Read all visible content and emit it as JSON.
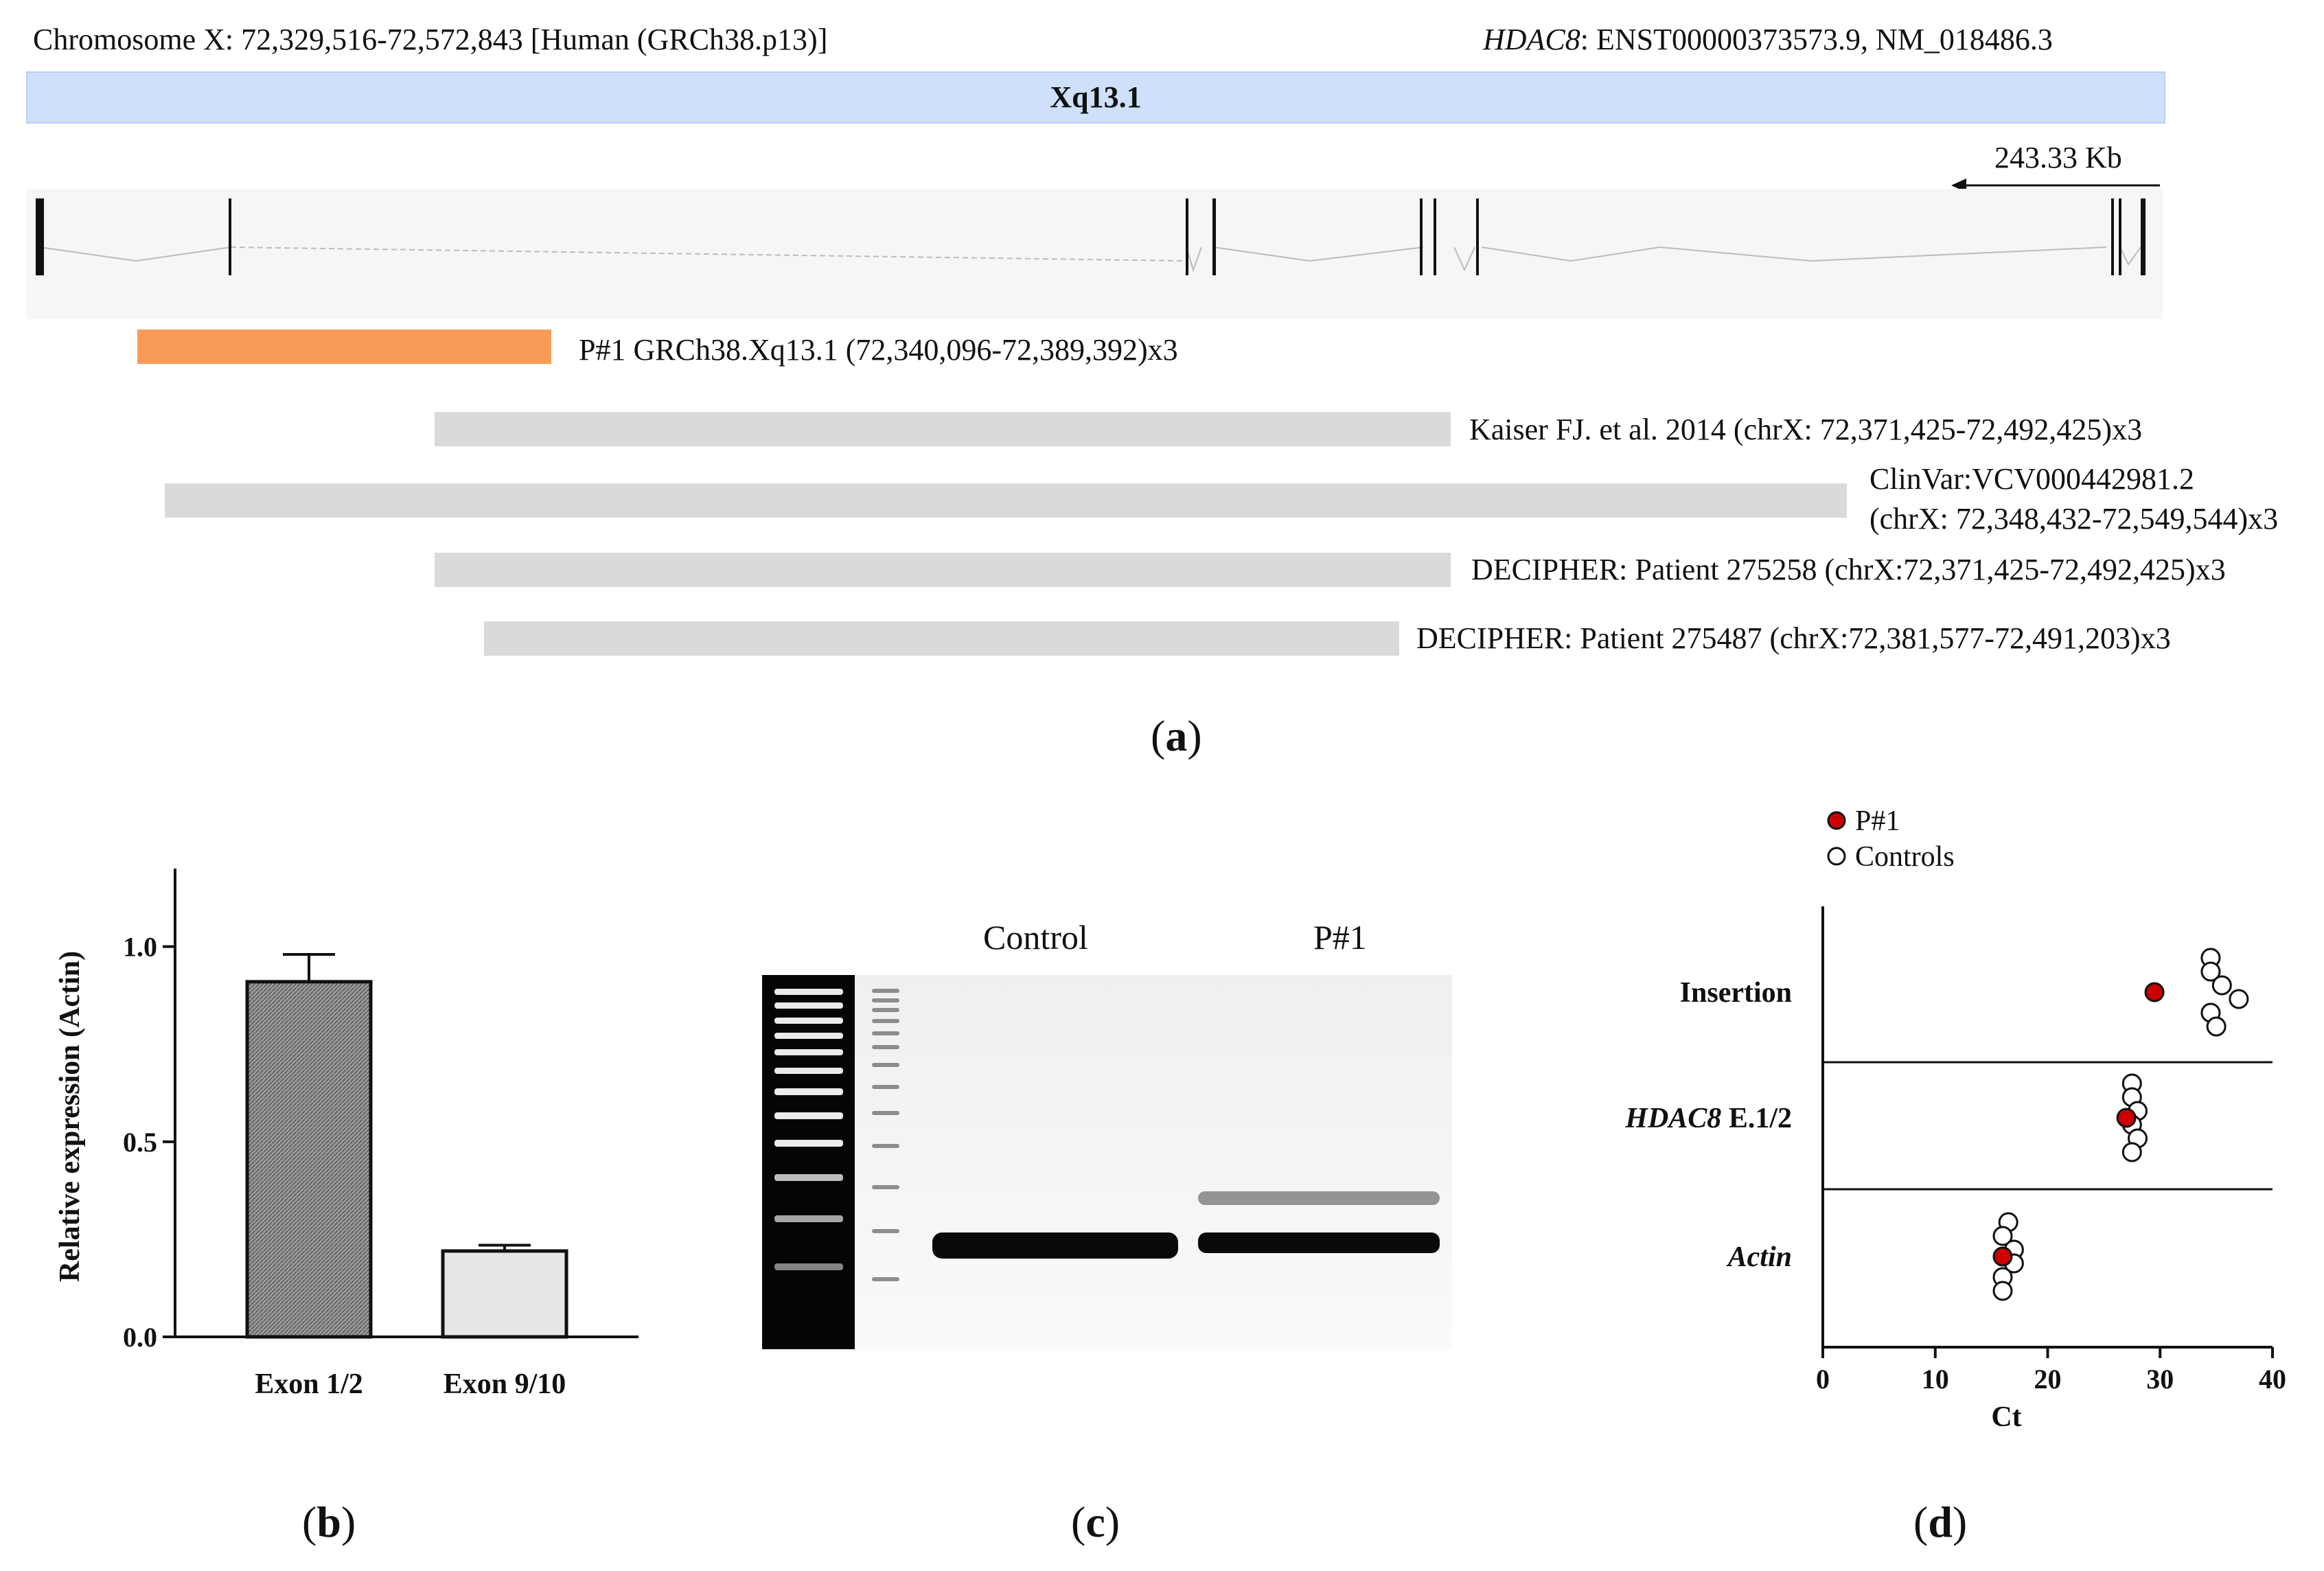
{
  "panel_a": {
    "header_left": "Chromosome X: 72,329,516-72,572,843  [Human (GRCh38.p13)]",
    "header_right_gene": "HDAC8",
    "header_right_rest": ": ENST00000373573.9,  NM_018486.3",
    "band_label": "Xq13.1",
    "scale_label": "243.33  Kb",
    "tracks": [
      {
        "label": "P#1 GRCh38.Xq13.1  (72,340,096-72,389,392)x3",
        "color": "#f89b57"
      },
      {
        "label": "Kaiser FJ. et al. 2014  (chrX: 72,371,425-72,492,425)x3",
        "color": "#dadada"
      },
      {
        "label_line1": "ClinVar:VCV000442981.2",
        "label_line2": "(chrX: 72,348,432-72,549,544)x3",
        "color": "#dadada"
      },
      {
        "label": "DECIPHER:  Patient 275258  (chrX:72,371,425-72,492,425)x3",
        "color": "#dadada"
      },
      {
        "label": "DECIPHER:  Patient 275487  (chrX:72,381,577-72,491,203)x3",
        "color": "#dadada"
      }
    ],
    "panel_label": "a"
  },
  "panel_b": {
    "chart_data": {
      "type": "bar",
      "categories": [
        "Exon 1/2",
        "Exon 9/10"
      ],
      "values": [
        0.91,
        0.22
      ],
      "errors": [
        0.07,
        0.015
      ],
      "ylabel": "Relative expression (Actin)",
      "ylim": [
        0,
        1.2
      ],
      "yticks": [
        "0.0",
        "0.5",
        "1.0"
      ]
    },
    "panel_label": "b"
  },
  "panel_c": {
    "lane_labels": [
      "Control",
      "P#1"
    ],
    "panel_label": "c"
  },
  "panel_d": {
    "chart_data": {
      "type": "scatter",
      "xlabel": "Ct",
      "xlim": [
        0,
        40
      ],
      "xticks": [
        "0",
        "10",
        "20",
        "30",
        "40"
      ],
      "categories": [
        "Insertion",
        "HDAC8 E.1/2",
        "Actin"
      ],
      "series": [
        {
          "name": "P#1",
          "color": "#cc0000",
          "points": [
            {
              "category": "Insertion",
              "x": 29.5
            },
            {
              "category": "HDAC8 E.1/2",
              "x": 27
            },
            {
              "category": "Actin",
              "x": 16
            }
          ]
        },
        {
          "name": "Controls",
          "color": "#ffffff",
          "points": [
            {
              "category": "Insertion",
              "x": 34.5
            },
            {
              "category": "Insertion",
              "x": 34.5
            },
            {
              "category": "Insertion",
              "x": 35.5
            },
            {
              "category": "Insertion",
              "x": 37
            },
            {
              "category": "Insertion",
              "x": 34.5
            },
            {
              "category": "Insertion",
              "x": 35
            },
            {
              "category": "HDAC8 E.1/2",
              "x": 27.5
            },
            {
              "category": "HDAC8 E.1/2",
              "x": 27.5
            },
            {
              "category": "HDAC8 E.1/2",
              "x": 28
            },
            {
              "category": "HDAC8 E.1/2",
              "x": 27.5
            },
            {
              "category": "HDAC8 E.1/2",
              "x": 28
            },
            {
              "category": "HDAC8 E.1/2",
              "x": 27.5
            },
            {
              "category": "Actin",
              "x": 16.5
            },
            {
              "category": "Actin",
              "x": 16
            },
            {
              "category": "Actin",
              "x": 17
            },
            {
              "category": "Actin",
              "x": 17
            },
            {
              "category": "Actin",
              "x": 16
            },
            {
              "category": "Actin",
              "x": 16
            }
          ]
        }
      ],
      "row_label_ital": "HDAC8",
      "row_label_rest": " E.1/2"
    },
    "panel_label": "d"
  }
}
